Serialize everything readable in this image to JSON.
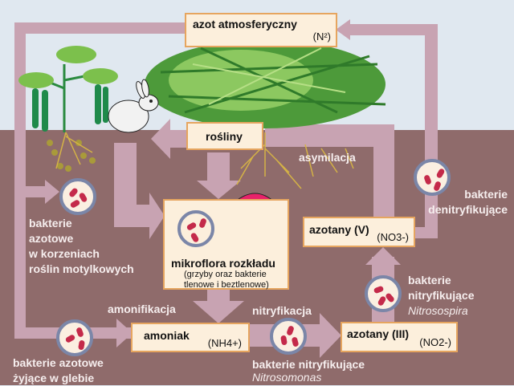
{
  "title": "Obieg azotu w przyrodzie",
  "boxes": {
    "atmospheric": {
      "label": "azot atmosferyczny",
      "formula": "(N²)"
    },
    "plants": {
      "label": "rośliny"
    },
    "decomposers": {
      "label": "mikroflora rozkładu",
      "sub1": "(grzyby oraz bakterie",
      "sub2": "tlenowe i beztlenowe)"
    },
    "ammonia": {
      "label": "amoniak",
      "formula": "(NH4+)"
    },
    "nitrite": {
      "label": "azotany (III)",
      "formula": "(NO2-)"
    },
    "nitrate": {
      "label": "azotany (V)",
      "formula": "(NO3-)"
    }
  },
  "labels": {
    "legume_bacteria": [
      "bakterie",
      "azotowe",
      "w korzeniach",
      "roślin motylkowych"
    ],
    "soil_bacteria": [
      "bakterie azotowe",
      "żyjące w glebie"
    ],
    "ammonification": "amonifikacja",
    "nitrification": "nitryfikacja",
    "nitrosomonas_bacteria": "bakterie nitryfikujące",
    "nitrosomonas": "Nitrosomonas",
    "nitrospira_bacteria": [
      "bakterie",
      "nitryfikujące"
    ],
    "nitrospira": "Nitrosospira",
    "assimilation": "asymilacja",
    "denitrifying": [
      "bakterie",
      "denitryfikujące"
    ]
  },
  "colors": {
    "sky": "#e0e8f0",
    "soil": "#8f6b6b",
    "arrow": "#c8a3b2",
    "box_fill": "#fcefdc",
    "box_border": "#e6a55f",
    "bacteria": "#c42a4a",
    "bacteria_ring": "#7b86a8"
  }
}
